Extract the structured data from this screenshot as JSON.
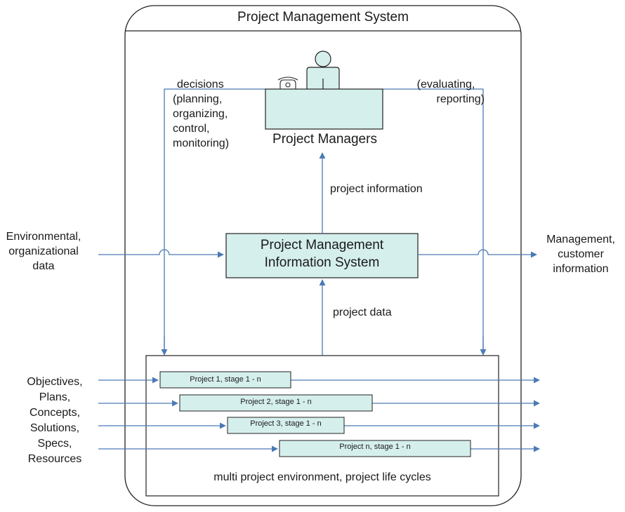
{
  "colors": {
    "box_fill": "#d5efed",
    "stroke": "#222222",
    "arrow": "#4a7ab5"
  },
  "outer": {
    "title": "Project Management System"
  },
  "managers": {
    "label": "Project Managers",
    "icon": "person-at-desk-with-telephone-icon"
  },
  "pmis": {
    "line1": "Project Management",
    "line2": "Information System"
  },
  "flows": {
    "decisions": [
      "decisions",
      "(planning,",
      "organizing,",
      "control,",
      "monitoring)"
    ],
    "evaluating": [
      "(evaluating,",
      "reporting)"
    ],
    "project_information": "project information",
    "project_data": "project data"
  },
  "inputs": {
    "environmental": [
      "Environmental,",
      "organizational",
      "data"
    ],
    "project_inputs": [
      "Objectives,",
      "Plans,",
      "Concepts,",
      "Solutions,",
      "Specs,",
      "Resources"
    ]
  },
  "outputs": {
    "management": [
      "Management,",
      "customer",
      "information"
    ]
  },
  "projects": [
    "Project 1, stage 1 - n",
    "Project 2, stage 1 - n",
    "Project 3, stage 1 - n",
    "Project n, stage 1 - n"
  ],
  "environment_label": "multi project environment, project life cycles"
}
